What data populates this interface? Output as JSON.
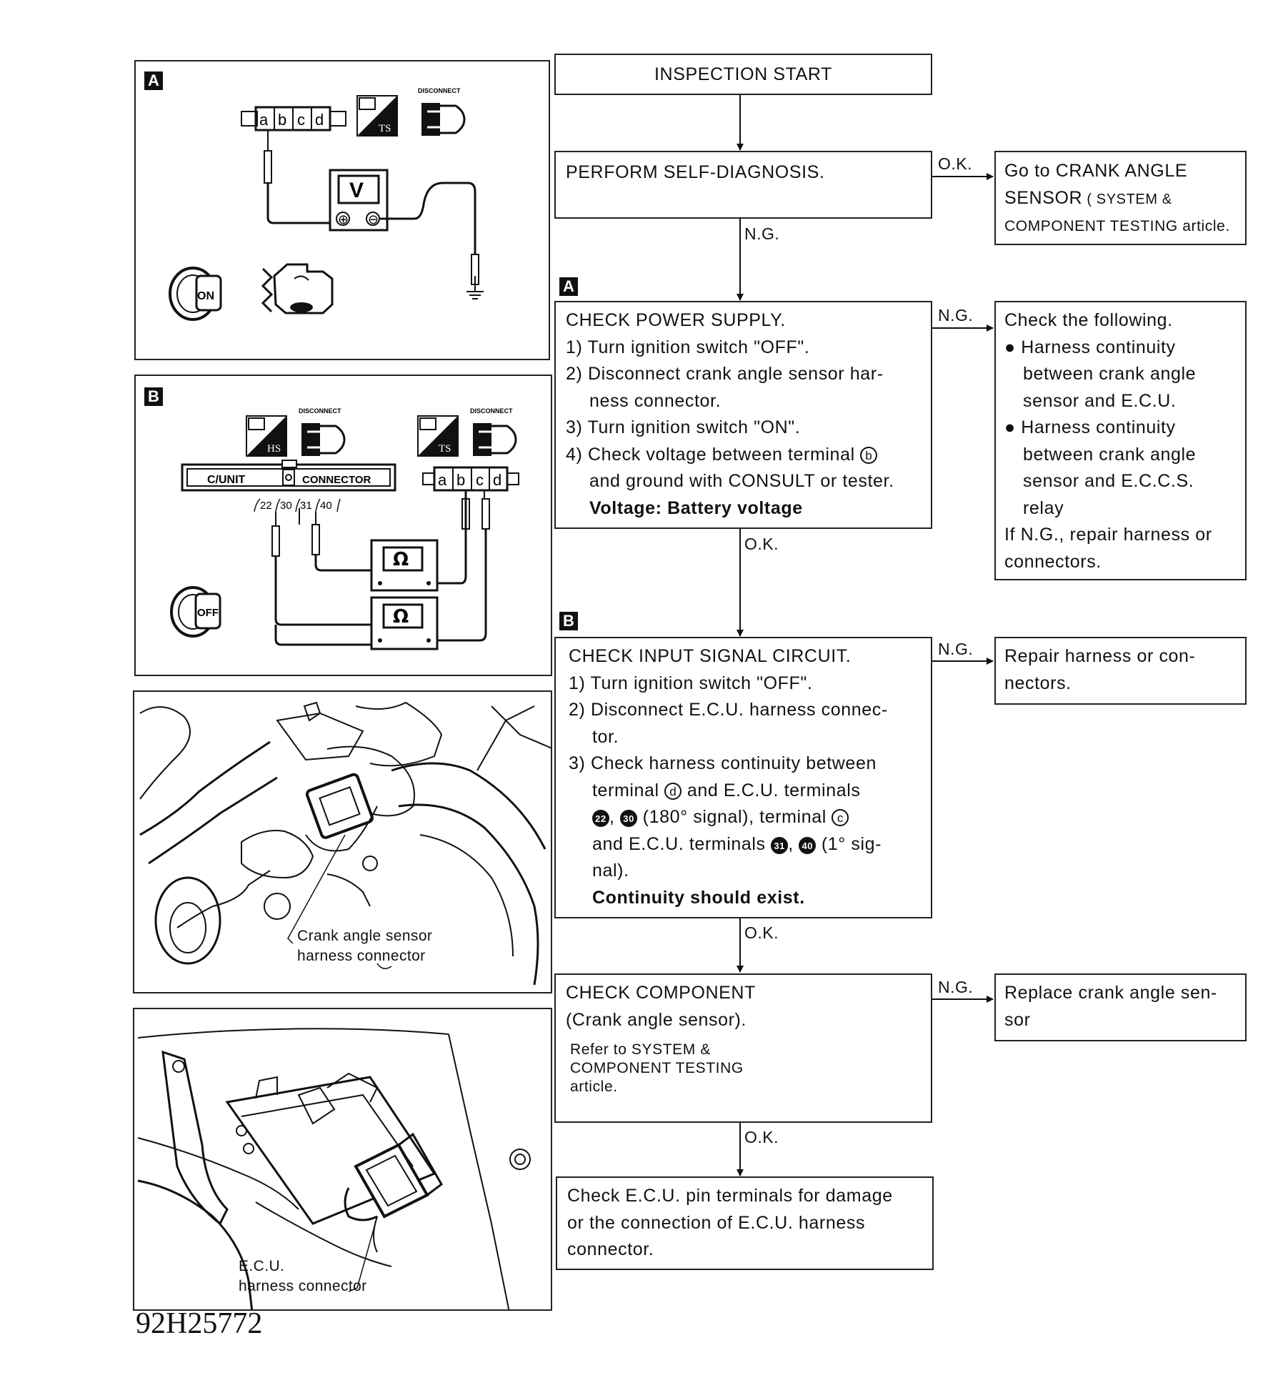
{
  "panels": {
    "a": {
      "marker": "A",
      "disconnect_label": "DISCONNECT",
      "term_a": "a",
      "term_b": "b",
      "term_c": "c",
      "term_d": "d",
      "meter": "V",
      "plus": "⊕",
      "minus": "⊖",
      "mode": "TS",
      "key": "ON"
    },
    "b": {
      "marker": "B",
      "disconnect_label": "DISCONNECT",
      "mode_left": "HS",
      "mode_right": "TS",
      "cunit_label": "C/UNIT",
      "connector_label": "CONNECTOR",
      "pins": [
        "22",
        "30",
        "31",
        "40"
      ],
      "term_a": "a",
      "term_b": "b",
      "term_c": "c",
      "term_d": "d",
      "meter": "Ω",
      "key": "OFF"
    },
    "c": {
      "callout_line1": "Crank angle sensor",
      "callout_line2": "harness connector"
    },
    "d": {
      "callout_line1": "E.C.U.",
      "callout_line2": "harness connector"
    }
  },
  "flow": {
    "start": "INSPECTION START",
    "self_diag": "PERFORM SELF-DIAGNOSIS.",
    "ok_label": "O.K.",
    "ng_label": "N.G.",
    "marker_a": "A",
    "marker_b": "B",
    "goto": {
      "line1": "Go to  CRANK ANGLE",
      "line2_big": "SENSOR",
      "line2_small": " ( SYSTEM &",
      "line3": "COMPONENT TESTING article."
    },
    "power_supply": {
      "title": "CHECK POWER SUPPLY.",
      "step1": "1) Turn ignition switch \"OFF\".",
      "step2a": "2) Disconnect crank angle sensor har-",
      "step2b": "ness connector.",
      "step3": "3) Turn ignition switch \"ON\".",
      "step4a": "4) Check voltage between terminal",
      "term_b": "b",
      "step4b": "and ground with CONSULT or tester.",
      "spec": "Voltage: Battery voltage"
    },
    "check_following": {
      "title": "Check the following.",
      "b1a": "Harness continuity",
      "b1b": "between crank angle",
      "b1c": "sensor and E.C.U.",
      "b2a": "Harness continuity",
      "b2b": "between crank angle",
      "b2c": "sensor and E.C.C.S.",
      "b2d": "relay",
      "if1": "If N.G., repair harness or",
      "if2": "connectors."
    },
    "input_signal": {
      "title": "CHECK INPUT SIGNAL CIRCUIT.",
      "step1": "1) Turn ignition switch \"OFF\".",
      "step2a": "2) Disconnect E.C.U. harness connec-",
      "step2b": "tor.",
      "step3a": "3) Check harness continuity between",
      "step3b_pre": "terminal",
      "term_d": "d",
      "step3b_post": "and E.C.U. terminals",
      "pin22": "22",
      "pin30": "30",
      "step3c_mid": "(180° signal), terminal",
      "term_c": "c",
      "step3d_pre": "and E.C.U. terminals",
      "pin31": "31",
      "pin40": "40",
      "step3d_post": "(1° sig-",
      "step3e": "nal).",
      "spec": "Continuity should exist."
    },
    "repair": {
      "line1": "Repair harness or con-",
      "line2": "nectors."
    },
    "component": {
      "title": "CHECK COMPONENT",
      "sub": "(Crank angle sensor).",
      "ref1": "Refer to SYSTEM &",
      "ref2": "COMPONENT TESTING",
      "ref3": "article."
    },
    "replace": {
      "line1": "Replace crank angle sen-",
      "line2": "sor"
    },
    "final": {
      "line1": "Check E.C.U. pin terminals for damage",
      "line2": "or the connection of E.C.U. harness",
      "line3": "connector."
    }
  },
  "doc_number": "92H25772"
}
